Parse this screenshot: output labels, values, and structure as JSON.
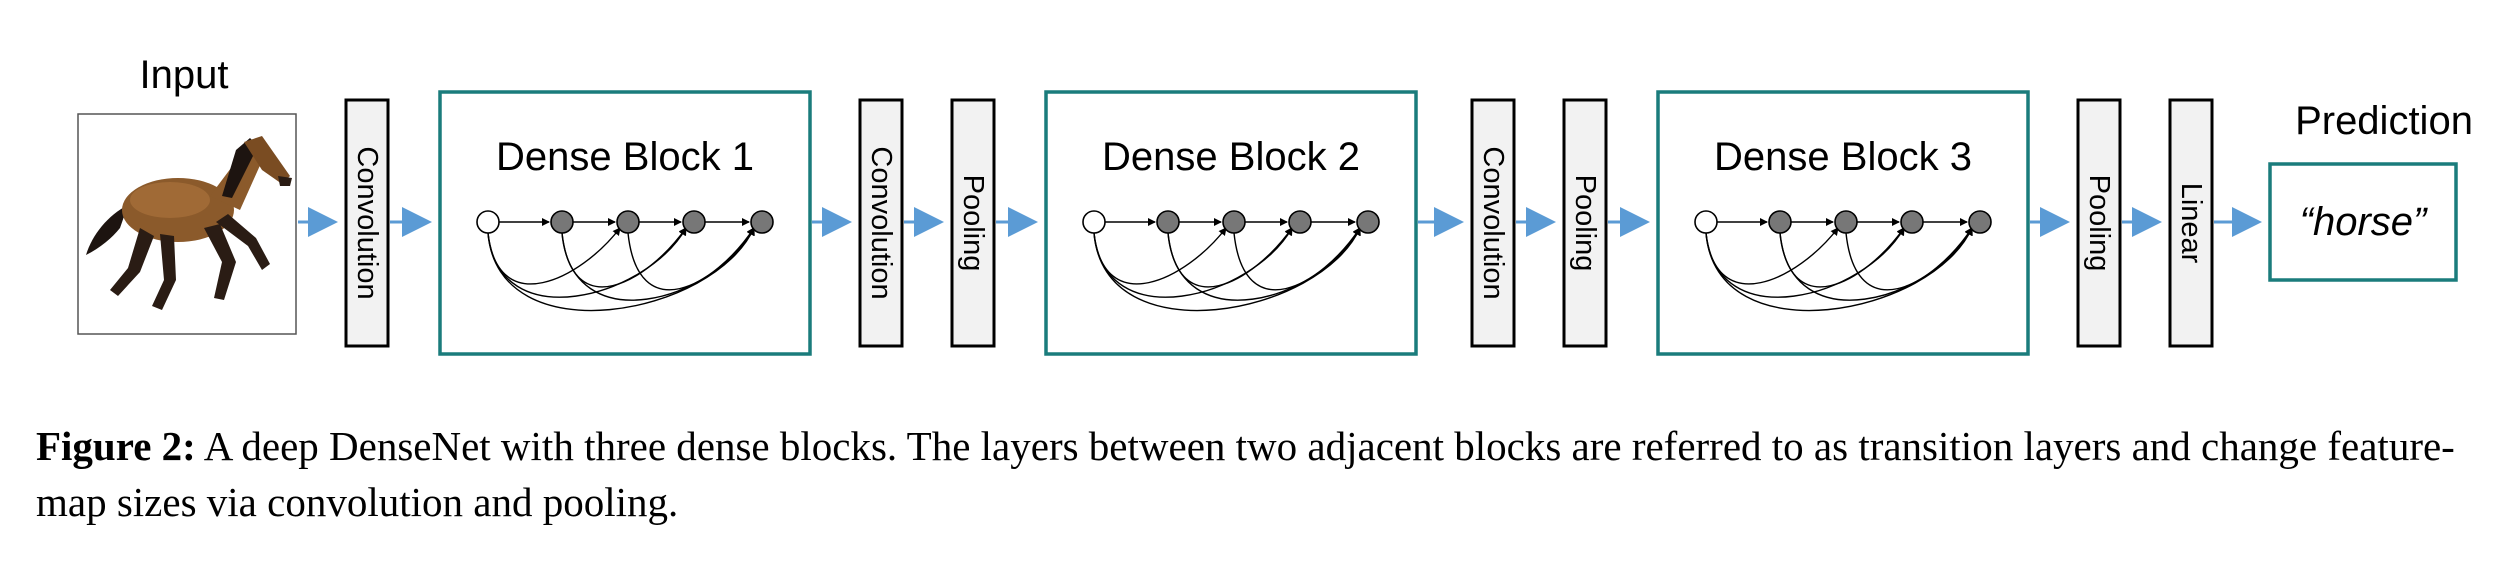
{
  "diagram": {
    "input_label": "Input",
    "input_image": "horse-photo",
    "prediction_label": "Prediction",
    "prediction_text": "“horse”",
    "layers": {
      "conv1": "Convolution",
      "conv2": "Convolution",
      "pool2": "Pooling",
      "conv3": "Convolution",
      "pool3": "Pooling",
      "pool4": "Pooling",
      "linear": "Linear"
    },
    "blocks": [
      {
        "title": "Dense Block 1"
      },
      {
        "title": "Dense Block 2"
      },
      {
        "title": "Dense Block 3"
      }
    ],
    "nodes_per_block": 5,
    "colors": {
      "block_border": "#1a7c7c",
      "arrow": "#5b9bd5",
      "layer_fill": "#f2f2f2",
      "node_fill": "#777777",
      "first_node_fill": "#ffffff"
    }
  },
  "caption": {
    "label": "Figure 2:",
    "text": " A deep DenseNet with three dense blocks. The layers between two adjacent blocks are referred to as transition layers and change feature-map sizes via convolution and pooling."
  }
}
